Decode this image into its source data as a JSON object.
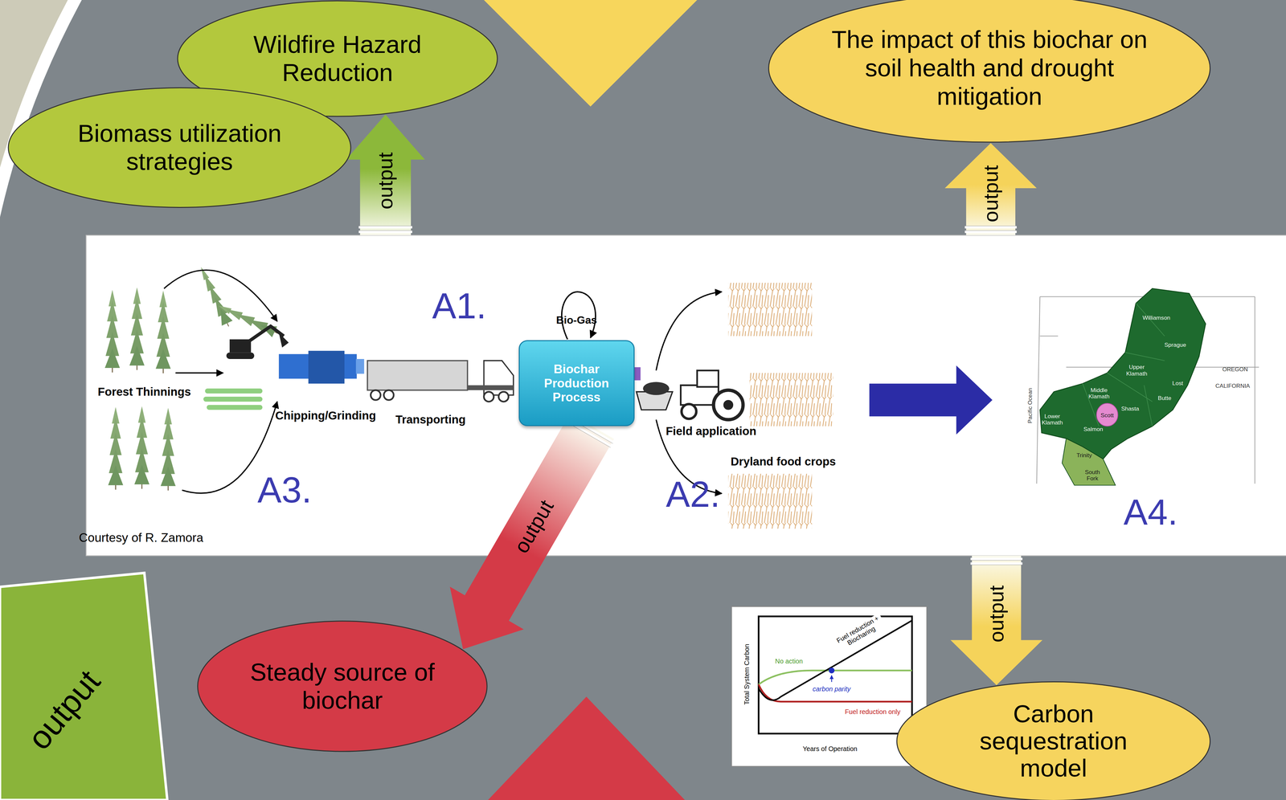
{
  "diagram": {
    "nodes": [
      {
        "text": [
          "Wildfire Hazard Reduction"
        ]
      },
      {
        "text": [
          "Biomass utilization strategies"
        ]
      },
      {
        "text": [
          "The impact of this biochar on soil health and drought mitigation"
        ]
      },
      {
        "text": [
          "Courtesy of R. Zamora"
        ]
      },
      {
        "text": [
          "Biochar Production Process"
        ],
        "in": 3
      },
      {
        "text": [
          "Steady source of biochar"
        ]
      },
      {
        "text": [
          "Carbon sequestration model"
        ]
      }
    ],
    "edges": [
      {
        "from": 3,
        "to": 0,
        "label": "output",
        "arrow": "to"
      },
      {
        "from": 3,
        "to": 2,
        "label": "output",
        "arrow": "to"
      },
      {
        "from": 3,
        "to": 6,
        "label": "output",
        "arrow": "to"
      },
      {
        "from": 4,
        "to": 5,
        "label": "output",
        "arrow": "to"
      }
    ],
    "labels": [
      "Forest Thinnings",
      "Chipping/Grinding",
      "Transporting",
      "A1.",
      "Bio-Gas",
      "A3.",
      "Field application",
      "Dryland food crops",
      "A2.",
      "Williamson",
      "Sprague",
      "Upper Klamath",
      "OREGON",
      "CALIFORNIA",
      "Lost",
      "Middle Klamath",
      "Butte",
      "Shasta",
      "Pacific Ocean",
      "Lower Klamath",
      "Scott",
      "Salmon",
      "Trinity",
      "South Fork",
      "A4.",
      "output",
      "Total System Carbon",
      "No action",
      "Fuel reduction + Biocharing",
      "carbon parity",
      "Fuel reduction only",
      "Years of Operation"
    ]
  }
}
